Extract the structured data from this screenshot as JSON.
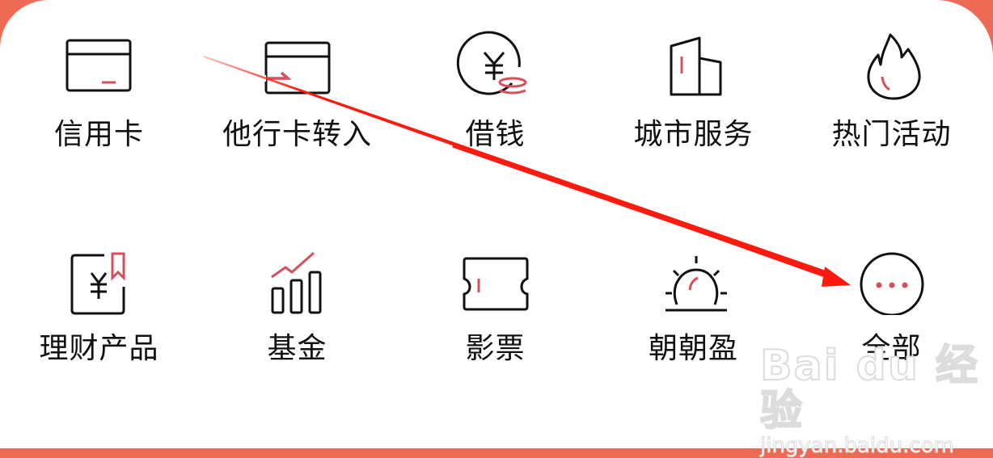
{
  "colors": {
    "accent": "#d4505f",
    "stroke": "#111111",
    "annotation_arrow": "#ff1a0f",
    "header_bg": "#ef6a55"
  },
  "grid": {
    "items": [
      {
        "label": "信用卡",
        "icon": "credit-card-icon"
      },
      {
        "label": "他行卡转入",
        "icon": "card-transfer-icon"
      },
      {
        "label": "借钱",
        "icon": "yuan-coin-loan-icon"
      },
      {
        "label": "城市服务",
        "icon": "city-building-icon"
      },
      {
        "label": "热门活动",
        "icon": "flame-icon"
      },
      {
        "label": "理财产品",
        "icon": "yuan-bookmark-icon"
      },
      {
        "label": "基金",
        "icon": "bar-chart-trend-icon"
      },
      {
        "label": "影票",
        "icon": "ticket-icon"
      },
      {
        "label": "朝朝盈",
        "icon": "sunrise-icon"
      },
      {
        "label": "全部",
        "icon": "more-dots-icon"
      }
    ]
  },
  "watermark": {
    "brand": "Bai du 经验",
    "url": "jingyan.baidu.com"
  }
}
